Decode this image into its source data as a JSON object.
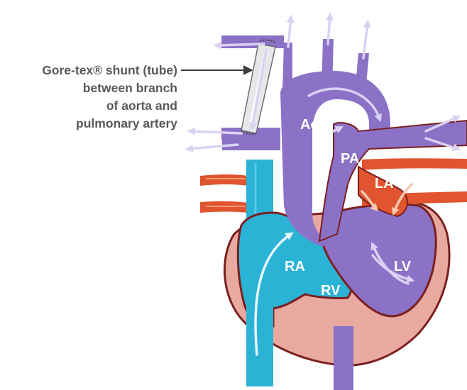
{
  "caption": {
    "line1": "Gore-tex® shunt (tube)",
    "line2": "between branch",
    "line3": "of aorta and",
    "line4": "pulmonary artery"
  },
  "labels": {
    "ao": "Ao",
    "pa": "PA",
    "la": "LA",
    "ra": "RA",
    "rv": "RV",
    "lv": "LV"
  },
  "colors": {
    "heart_outer": "#e8a9a1",
    "heart_outline": "#7a1f1f",
    "deoxygenated_blue": "#2bb3d6",
    "purple_vessels": "#8b72c7",
    "red_vessels": "#e0552f",
    "shunt_tube": "#e6e7e8",
    "caption_text": "#58595b"
  }
}
